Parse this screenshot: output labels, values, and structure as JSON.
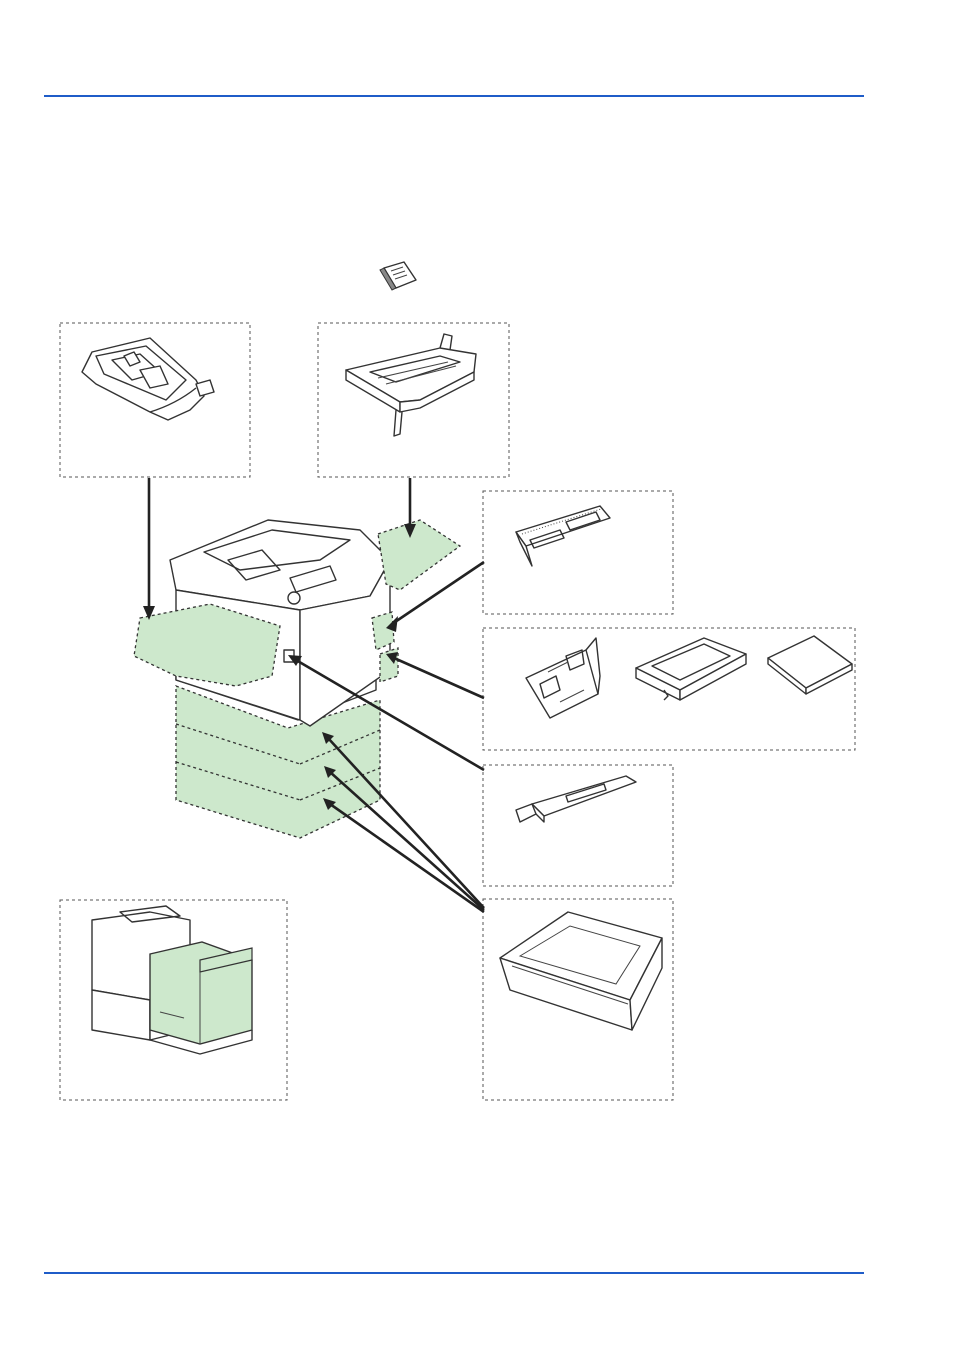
{
  "colors": {
    "rule": "#1f5cc8",
    "option_highlight": "#cde8cc",
    "line": "#333333"
  },
  "icons": {
    "note": "note-icon"
  },
  "options": [
    {
      "id": "envelope-feeder",
      "icon": "envelope-feeder-icon"
    },
    {
      "id": "face-up-tray",
      "icon": "face-up-output-tray-icon"
    },
    {
      "id": "memory-module",
      "icon": "memory-module-icon"
    },
    {
      "id": "network-interface-card",
      "icon": "network-card-icon"
    },
    {
      "id": "hard-disk",
      "icon": "hard-disk-icon"
    },
    {
      "id": "compactflash-card",
      "icon": "compactflash-card-icon"
    },
    {
      "id": "usb-memory",
      "icon": "usb-memory-icon"
    },
    {
      "id": "paper-feeder",
      "icon": "paper-feeder-icon"
    },
    {
      "id": "bulk-paper-feeder",
      "icon": "bulk-paper-feeder-icon"
    }
  ]
}
